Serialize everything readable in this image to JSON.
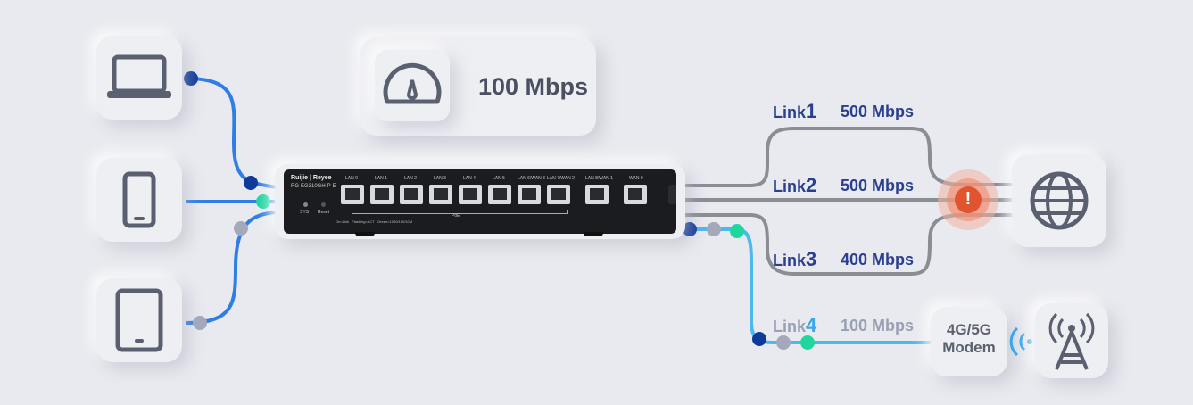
{
  "speed_card": {
    "value": "100 Mbps",
    "icon": "speedometer-icon"
  },
  "router": {
    "brand": "Ruijie | Reyee",
    "model": "RG-EG310GH-P-E",
    "ports": [
      "LAN 0",
      "LAN 1",
      "LAN 2",
      "LAN 3",
      "LAN 4",
      "LAN 5",
      "LAN 6/WAN 3",
      "LAN 7/WAN 2",
      "LAN 8/WAN 1",
      "WAN 0"
    ],
    "sys_label": "SYS",
    "reset_label": "Reset",
    "poe_label": "PoE",
    "legend": "On=Link   Flashing=ACT   Green=1000/100/10M"
  },
  "links": [
    {
      "label": "Link",
      "num": "1",
      "speed": "500 Mbps"
    },
    {
      "label": "Link",
      "num": "2",
      "speed": "500 Mbps"
    },
    {
      "label": "Link",
      "num": "3",
      "speed": "400 Mbps"
    },
    {
      "label": "Link",
      "num": "4",
      "speed": "100 Mbps"
    }
  ],
  "modem": {
    "line1": "4G/5G",
    "line2": "Modem"
  },
  "alert": {
    "symbol": "!"
  },
  "colors": {
    "wire_blue": "#2f7ee6",
    "wire_light": "#4cb8f0",
    "wire_gray": "#8a8d94",
    "dot_navy": "#0f3a9a",
    "dot_teal": "#1fd6a0",
    "dot_gray": "#a3a8bb",
    "alert_red": "#e2532f"
  },
  "devices": [
    "laptop-icon",
    "phone-icon",
    "tablet-icon",
    "globe-icon",
    "cell-tower-icon"
  ]
}
